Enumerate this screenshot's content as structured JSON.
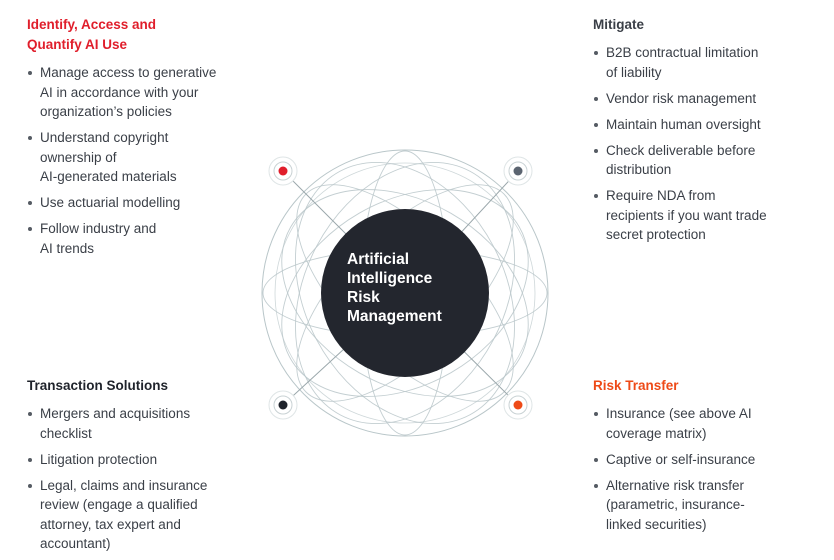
{
  "center": {
    "lines": [
      "Artificial",
      "Intelligence",
      "Risk",
      "Management"
    ]
  },
  "quadrants": {
    "top_left": {
      "title_lines": [
        "Identify, Access and",
        "Quantify AI Use"
      ],
      "items": [
        [
          "Manage access to generative",
          "AI in accordance with your",
          "organization’s policies"
        ],
        [
          "Understand copyright",
          "ownership of",
          "AI-generated materials"
        ],
        [
          "Use actuarial modelling"
        ],
        [
          "Follow industry and",
          "AI trends"
        ]
      ]
    },
    "top_right": {
      "title_lines": [
        "Mitigate"
      ],
      "items": [
        [
          "B2B contractual limitation",
          "of liability"
        ],
        [
          "Vendor risk management"
        ],
        [
          "Maintain human oversight"
        ],
        [
          "Check deliverable before",
          "distribution"
        ],
        [
          "Require NDA from",
          "recipients if you want trade",
          "secret protection"
        ]
      ]
    },
    "bottom_left": {
      "title_lines": [
        "Transaction Solutions"
      ],
      "items": [
        [
          "Mergers and acquisitions",
          "checklist"
        ],
        [
          "Litigation protection"
        ],
        [
          "Legal, claims and insurance",
          "review (engage a qualified",
          "attorney, tax expert and",
          "accountant)"
        ]
      ]
    },
    "bottom_right": {
      "title_lines": [
        "Risk Transfer"
      ],
      "items": [
        [
          "Insurance (see above AI",
          "coverage matrix)"
        ],
        [
          "Captive or self-insurance"
        ],
        [
          "Alternative risk transfer",
          "(parametric, insurance-",
          "linked securities)"
        ]
      ]
    }
  },
  "colors": {
    "red": "#e01e2b",
    "orange": "#ee4a17",
    "dark": "#1f232b",
    "grey": "#5b6470",
    "center_fill": "#23262e",
    "ring_stroke": "#b9c6c9",
    "text": "#3a3f47"
  },
  "nodes": [
    {
      "name": "node-identify",
      "color": "red"
    },
    {
      "name": "node-mitigate",
      "color": "grey"
    },
    {
      "name": "node-transaction",
      "color": "dark"
    },
    {
      "name": "node-risk-transfer",
      "color": "orange"
    }
  ]
}
